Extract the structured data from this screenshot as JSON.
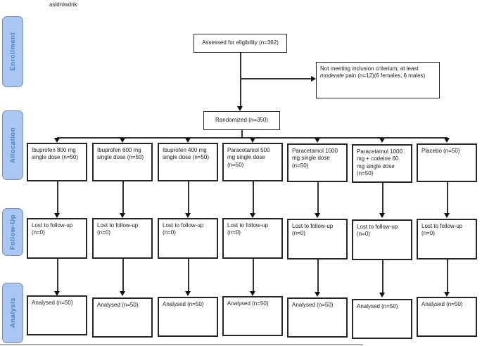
{
  "figure_label": "asldnlwdnk",
  "stages": [
    {
      "label": "Enrollment"
    },
    {
      "label": "Allocation"
    },
    {
      "label": "Follow-Up"
    },
    {
      "label": "Analysis"
    }
  ],
  "enrollment": {
    "assessed": "Assessed for eligibility (n=362)",
    "excluded": {
      "pre": "Not meeting inclusion criterium; at least ",
      "italic": "moderate",
      "post": " pain (n=12)(6 females, 6 males)"
    },
    "randomized": "Randomized (n=350)"
  },
  "columns": [
    {
      "allocation": "Ibuprofen 800 mg single dose (n=50)",
      "followup": "Lost to follow-up (n=0)",
      "analysis": "Analysed (n=50)"
    },
    {
      "allocation": "Ibuprofen 600 mg single dose (n=50)",
      "followup": "Lost to follow-up (n=0)",
      "analysis": "Analysed (n=50)"
    },
    {
      "allocation": "Ibuprofen 400 mg single dose (n=50)",
      "followup": "Lost to follow-up (n=0)",
      "analysis": "Analysed (n=50)"
    },
    {
      "allocation": "Paracetamol 500 mg single dose (n=50)",
      "followup": "Lost to follow-up (n=0)",
      "analysis": "Analysed (n=50)"
    },
    {
      "allocation": "Paracetamol 1000 mg single dose (n=50)",
      "followup": "Lost to follow-up (n=0)",
      "analysis": "Analysed (n=50)"
    },
    {
      "allocation": "Paracetamol 1000 mg + codeine 60 mg single dose (n=50)",
      "followup": "Lost to follow-up (n=0)",
      "analysis": "Analysed (n=50)"
    },
    {
      "allocation": "Placebo (n=50)",
      "followup": "Lost to follow-up (n=0)",
      "analysis": "Analysed (n=50)"
    }
  ],
  "colors": {
    "stage_fill": "#aac6f2",
    "stage_border": "#7f8ca6",
    "stage_text": "#4c7fc0",
    "box_border": "#262626",
    "line": "#333333"
  }
}
